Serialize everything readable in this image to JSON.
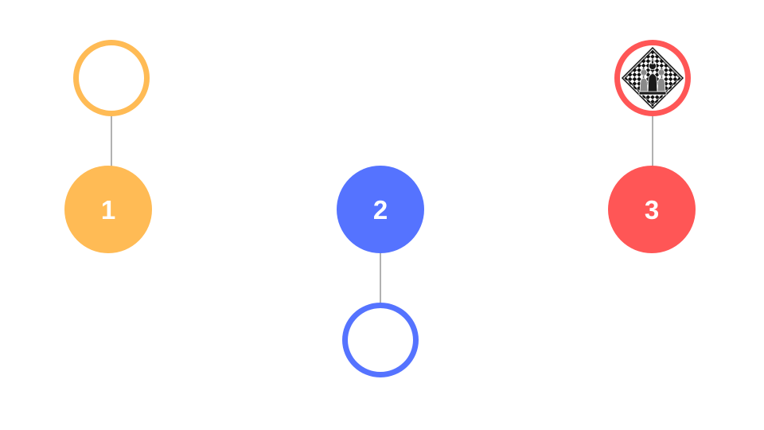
{
  "colors": {
    "background": "#ffffff",
    "connector": "#b1b1b1",
    "step1": "#ffbb55",
    "step2": "#5573ff",
    "step3": "#ff5656"
  },
  "steps": [
    {
      "number": "1",
      "color": "#ffbb55",
      "ring_position": "above",
      "ring_icon": "none"
    },
    {
      "number": "2",
      "color": "#5573ff",
      "ring_position": "below",
      "ring_icon": "none"
    },
    {
      "number": "3",
      "color": "#ff5656",
      "ring_position": "above",
      "ring_icon": "chess-board-icon"
    }
  ]
}
